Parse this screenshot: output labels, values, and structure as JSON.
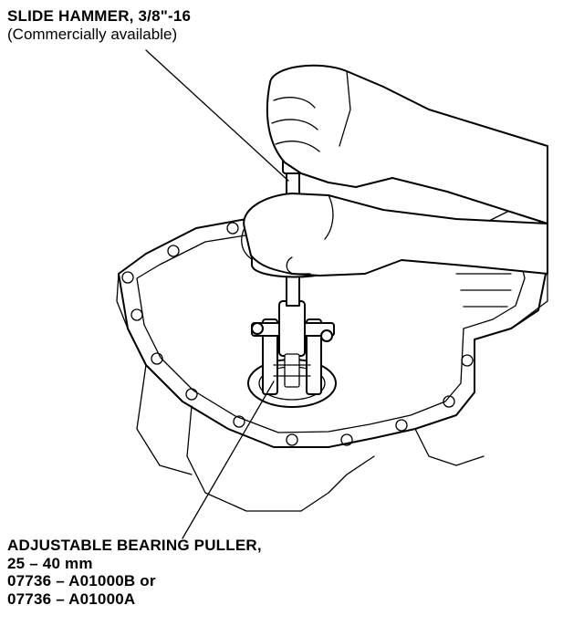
{
  "callouts": {
    "slide_hammer": {
      "title": "SLIDE HAMMER, 3/8\"-16",
      "subtitle": "(Commercially available)"
    },
    "bearing_puller": {
      "title": "ADJUSTABLE BEARING PULLER,",
      "size": "25 – 40 mm",
      "part_1": "07736 – A01000B or",
      "part_2": "07736 – A01000A"
    }
  }
}
